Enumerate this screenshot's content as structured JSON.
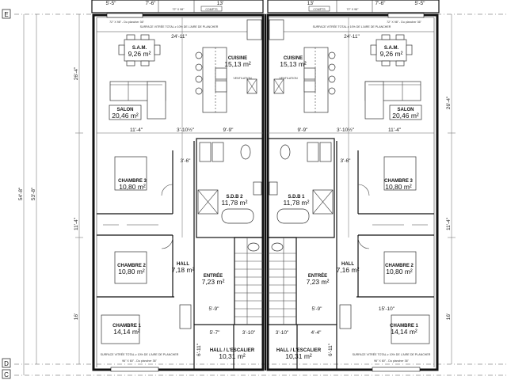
{
  "grid": {
    "e": "E",
    "d": "D",
    "c": "C"
  },
  "outer_dims": {
    "total_a": "54'-8\"",
    "total_b": "53'-8\"",
    "upper": "26'-4\"",
    "middle": "11'-4\"",
    "lower": "16'"
  },
  "top_dims": {
    "a": "5'-5\"",
    "b": "7'-6\"",
    "c": "13'",
    "window_top": "72\" X 98\"",
    "compts": "COMPTS"
  },
  "notes": {
    "surface": "SURFACE VITRÉE TOTAL ≥ 10% DE L'AIRE DE PLANCHER",
    "window_front": "72\" X 98\" - Du plancher 36\"",
    "window_back": "96\" X 60\" - Du plancher 36\"",
    "ventilation": "VENTILATION"
  },
  "left_unit": {
    "sam": {
      "label": "S.A.M.",
      "area": "9,26 m²"
    },
    "cuisine": {
      "label": "CUISINE",
      "area": "15,13 m²"
    },
    "salon": {
      "label": "SALON",
      "area": "20,46 m²"
    },
    "chambre3": {
      "label": "CHAMBRE 3",
      "area": "10,80 m²"
    },
    "sdb": {
      "label": "S.D.B 2",
      "area": "11,78 m²"
    },
    "chambre2": {
      "label": "CHAMBRE 2",
      "area": "10,80 m²"
    },
    "hall": {
      "label": "HALL",
      "area": "7,18 m²"
    },
    "entree": {
      "label": "ENTRÉE",
      "area": "7,23 m²"
    },
    "chambre1": {
      "label": "CHAMBRE 1",
      "area": "14,14 m²"
    },
    "hall_escalier": {
      "label": "HALL / L'ESCALIER",
      "area": "10,31 m²"
    },
    "dims": {
      "width": "24'-11\"",
      "salon_w": "11'-4\"",
      "mid": "3'-10½\"",
      "cuisine_w": "9'-9\"",
      "hall_w": "3'-6\"",
      "entree_w": "5'-9\"",
      "esc_w": "5'-7\"",
      "esc_w2": "3'-10\"",
      "esc_h": "6'-11\""
    }
  },
  "right_unit": {
    "sam": {
      "label": "S.A.M.",
      "area": "9,26 m²"
    },
    "cuisine": {
      "label": "CUISINE",
      "area": "15,13 m²"
    },
    "salon": {
      "label": "SALON",
      "area": "20,46 m²"
    },
    "chambre3": {
      "label": "CHAMBRE 3",
      "area": "10,80 m²"
    },
    "sdb": {
      "label": "S.D.B 1",
      "area": "11,78 m²"
    },
    "chambre2": {
      "label": "CHAMBRE 2",
      "area": "10,80 m²"
    },
    "hall": {
      "label": "HALL",
      "area": "7,16 m²"
    },
    "entree": {
      "label": "ENTRÉE",
      "area": "7,23 m²"
    },
    "chambre1": {
      "label": "CHAMBRE 1",
      "area": "14,14 m²"
    },
    "hall_escalier": {
      "label": "HALL / L'ESCALIER",
      "area": "10,31 m²"
    },
    "dims": {
      "width": "24'-11\"",
      "salon_w": "11'-4\"",
      "mid": "3'-10½\"",
      "cuisine_w": "9'-9\"",
      "hall_w": "3'-6\"",
      "entree_w": "5'-9\"",
      "esc_w": "4'-4\"",
      "esc_w2": "3'-10\"",
      "esc_h": "6'-11\"",
      "ch1_w": "15'-10\""
    }
  }
}
